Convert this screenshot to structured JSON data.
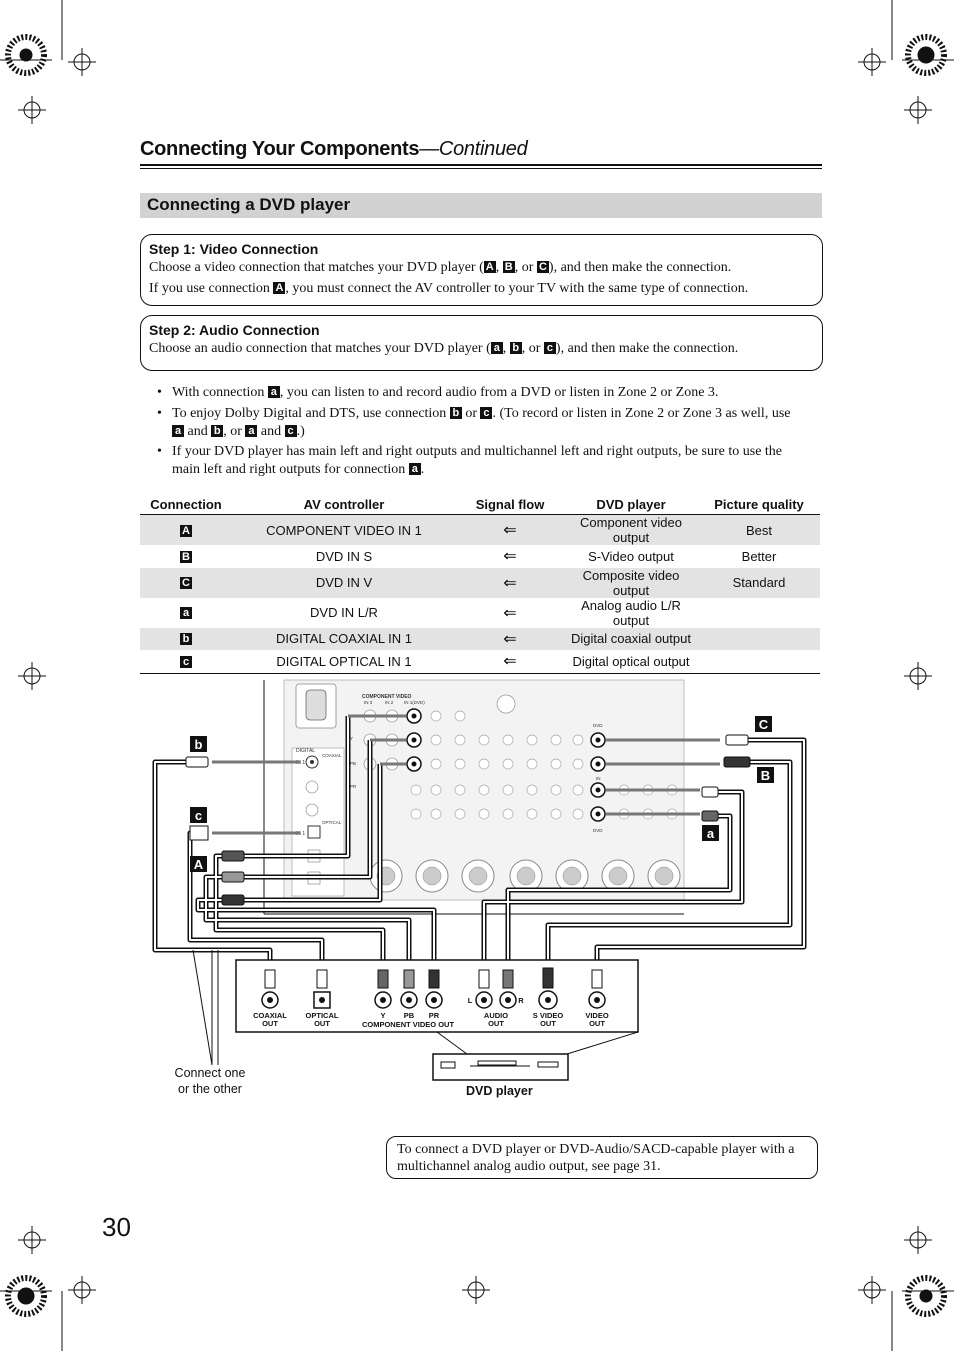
{
  "header": {
    "title": "Connecting Your Components",
    "continued": "—Continued"
  },
  "section": {
    "title": "Connecting a DVD player"
  },
  "step1": {
    "title": "Step 1: Video Connection",
    "line1_pre": "Choose a video connection that matches your DVD player (",
    "line1_mid": ", ",
    "line1_or": ", or ",
    "line1_post": "), and then make the connection.",
    "line2_pre": "If you use connection ",
    "line2_post": ", you must connect the AV controller to your TV with the same type of connection."
  },
  "step2": {
    "title": "Step 2: Audio Connection",
    "line1_pre": "Choose an audio connection that matches your DVD player (",
    "line1_mid": ", ",
    "line1_or": ", or ",
    "line1_post": "), and then make the connection."
  },
  "labels": {
    "A": "A",
    "B": "B",
    "C": "C",
    "a": "a",
    "b": "b",
    "c": "c"
  },
  "bullets": {
    "b1_pre": "With connection ",
    "b1_post": ", you can listen to and record audio from a DVD or listen in Zone 2 or Zone 3.",
    "b2_pre": "To enjoy Dolby Digital and DTS, use connection ",
    "b2_or": " or ",
    "b2_mid": ". (To record or listen in Zone 2 or Zone 3 as well, use",
    "b2_and1": " and ",
    "b2_comma_or": ", or ",
    "b2_and2": " and ",
    "b2_end": ".)",
    "b3_line1": "If your DVD player has main left and right outputs and multichannel left and right outputs, be sure to use the",
    "b3_line2_pre": "main left and right outputs for connection ",
    "b3_line2_post": "."
  },
  "table": {
    "headers": [
      "Connection",
      "AV controller",
      "Signal flow",
      "DVD player",
      "Picture quality"
    ],
    "rows": [
      {
        "conn": "A",
        "av": "COMPONENT VIDEO IN 1",
        "flow": "⇐",
        "dvd": "Component video output",
        "quality": "Best"
      },
      {
        "conn": "B",
        "av": "DVD IN S",
        "flow": "⇐",
        "dvd": "S-Video output",
        "quality": "Better"
      },
      {
        "conn": "C",
        "av": "DVD IN V",
        "flow": "⇐",
        "dvd": "Composite video output",
        "quality": "Standard"
      },
      {
        "conn": "a",
        "av": "DVD IN L/R",
        "flow": "⇐",
        "dvd": "Analog audio L/R output",
        "quality": ""
      },
      {
        "conn": "b",
        "av": "DIGITAL COAXIAL IN 1",
        "flow": "⇐",
        "dvd": "Digital coaxial output",
        "quality": ""
      },
      {
        "conn": "c",
        "av": "DIGITAL OPTICAL IN 1",
        "flow": "⇐",
        "dvd": "Digital optical output",
        "quality": ""
      }
    ]
  },
  "diagram": {
    "panel_labels": {
      "component_video": "COMPONENT VIDEO",
      "in1_dvd": "IN 1(DVD)",
      "in2": "IN 2",
      "in3": "IN 3",
      "digital": "DIGITAL",
      "coaxial": "COAXIAL",
      "optical": "OPTICAL",
      "in1": "IN 1",
      "dvd": "DVD",
      "in": "IN",
      "y": "Y",
      "pb": "PB",
      "pr": "PR"
    },
    "jack_labels": {
      "coaxial_out": "COAXIAL",
      "optical_out": "OPTICAL",
      "out": "OUT",
      "y": "Y",
      "pb": "PB",
      "pr": "PR",
      "component_video_out": "COMPONENT VIDEO OUT",
      "audio": "AUDIO",
      "s_video": "S VIDEO",
      "video": "VIDEO",
      "l": "L",
      "r": "R"
    }
  },
  "notes": {
    "connect_one_line1": "Connect one",
    "connect_one_line2": "or the other",
    "dvd_player": "DVD player",
    "note_box": "To connect a DVD player or DVD-Audio/SACD-capable player with a multichannel analog audio output, see page 31."
  },
  "page_number": "30"
}
